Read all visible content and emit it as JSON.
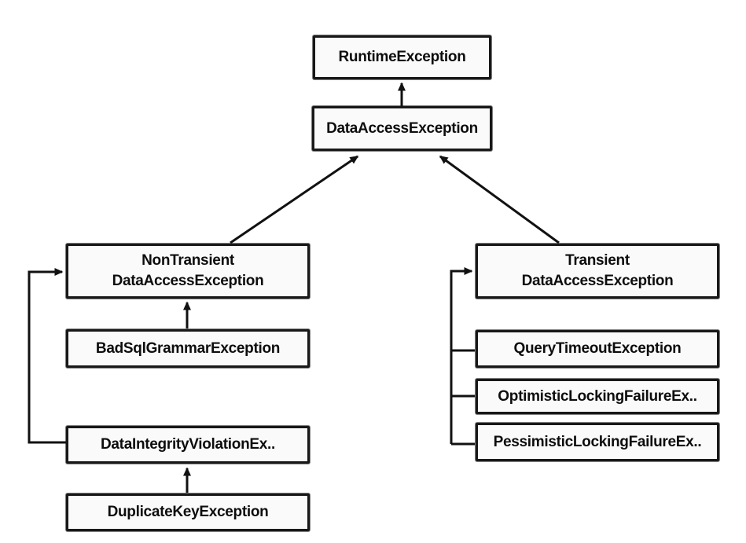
{
  "diagram": {
    "background_color": "#ffffff",
    "box_fill_color": "#fafafa",
    "box_border_color": "#181818",
    "text_color": "#0d0d0d",
    "nodes": {
      "runtime": {
        "label": "RuntimeException"
      },
      "data_access": {
        "label": "DataAccessException"
      },
      "non_transient": {
        "label": "NonTransient\nDataAccessException"
      },
      "transient": {
        "label": "Transient\nDataAccessException"
      },
      "bad_sql": {
        "label": "BadSqlGrammarException"
      },
      "data_integrity": {
        "label": "DataIntegrityViolationEx.."
      },
      "duplicate_key": {
        "label": "DuplicateKeyException"
      },
      "query_timeout": {
        "label": "QueryTimeoutException"
      },
      "optimistic": {
        "label": "OptimisticLockingFailureEx.."
      },
      "pessimistic": {
        "label": "PessimisticLockingFailureEx.."
      }
    },
    "edges": [
      {
        "from": "DataAccessException",
        "to": "RuntimeException",
        "arrow": true
      },
      {
        "from": "NonTransient DataAccessException",
        "to": "DataAccessException",
        "arrow": true
      },
      {
        "from": "Transient DataAccessException",
        "to": "DataAccessException",
        "arrow": true
      },
      {
        "from": "BadSqlGrammarException",
        "to": "NonTransient DataAccessException",
        "arrow": true
      },
      {
        "from": "DataIntegrityViolationEx..",
        "to": "NonTransient DataAccessException",
        "arrow": true
      },
      {
        "from": "DuplicateKeyException",
        "to": "DataIntegrityViolationEx..",
        "arrow": true
      },
      {
        "from": "QueryTimeoutException",
        "to": "Transient DataAccessException",
        "arrow": false
      },
      {
        "from": "OptimisticLockingFailureEx..",
        "to": "Transient DataAccessException",
        "arrow": false
      },
      {
        "from": "PessimisticLockingFailureEx..",
        "to": "Transient DataAccessException",
        "arrow": false
      }
    ]
  }
}
